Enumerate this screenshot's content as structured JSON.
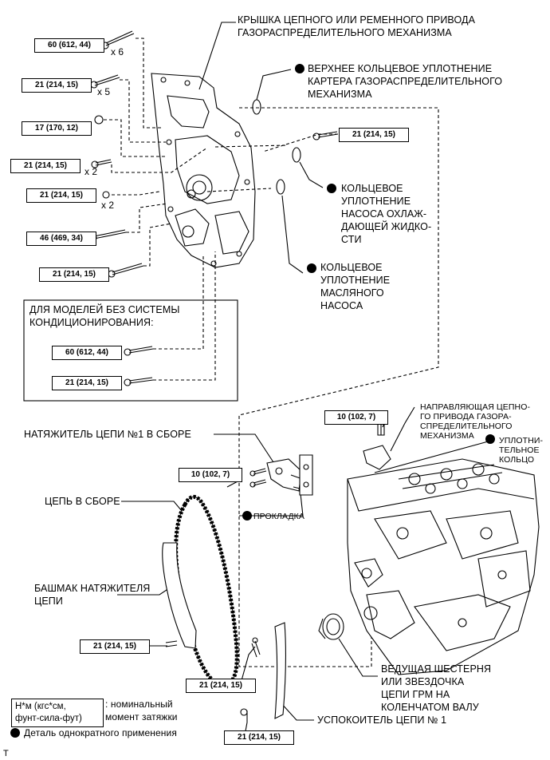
{
  "labels": {
    "cover": "КРЫШКА ЦЕПНОГО ИЛИ РЕМЕННОГО ПРИВОДА\nГАЗОРАСПРЕДЕЛИТЕЛЬНОГО МЕХАНИЗМА",
    "upper_oring": "ВЕРХНЕЕ КОЛЬЦЕВОЕ УПЛОТНЕНИЕ\nКАРТЕРА ГАЗОРАСПРЕДЕЛИТЕЛЬНОГО\nМЕХАНИЗМА",
    "pump_oring": "КОЛЬЦЕВОЕ\nУПЛОТНЕНИЕ\nНАСОСА ОХЛАЖ-\nДАЮЩЕЙ ЖИДКО-\nСТИ",
    "oil_pump_oring": "КОЛЬЦЕВОЕ\nУПЛОТНЕНИЕ\nМАСЛЯНОГО\nНАСОСА",
    "no_ac": "ДЛЯ МОДЕЛЕЙ БЕЗ СИСТЕМЫ\nКОНДИЦИОНИРОВАНИЯ:",
    "tensioner": "НАТЯЖИТЕЛЬ ЦЕПИ №1 В СБОРЕ",
    "chain_guide": "НАПРАВЛЯЮЩАЯ ЦЕПНО-\nГО ПРИВОДА ГАЗОРА-\nСПРЕДЕЛИТЕЛЬНОГО\nМЕХАНИЗМА",
    "seal_ring": "УПЛОТНИ-\nТЕЛЬНОЕ\nКОЛЬЦО",
    "chain": "ЦЕПЬ В СБОРЕ",
    "gasket": "ПРОКЛАДКА",
    "slipper": "БАШМАК НАТЯЖИТЕЛЯ\nЦЕПИ",
    "sprocket": "ВЕДУЩАЯ ШЕСТЕРНЯ\nИЛИ ЗВЕЗДОЧКА\nЦЕПИ ГРМ НА\nКОЛЕНЧАТОМ ВАЛУ",
    "damper": "УСПОКОИТЕЛЬ ЦЕПИ № 1"
  },
  "torques": {
    "t1": "60 (612, 44)",
    "t2": "21 (214, 15)",
    "t3": "17 (170, 12)",
    "t4": "21 (214, 15)",
    "t5": "21 (214, 15)",
    "t6": "46 (469, 34)",
    "t7": "21 (214, 15)",
    "t8": "60 (612, 44)",
    "t9": "21 (214, 15)",
    "t10": "21 (214, 15)",
    "t11": "10 (102, 7)",
    "t12": "10 (102, 7)",
    "t13": "21 (214, 15)",
    "t14": "21 (214, 15)",
    "t15": "21 (214, 15)"
  },
  "multipliers": {
    "m1": "x 6",
    "m2": "x 5",
    "m3": "x 2",
    "m4": "x 2"
  },
  "legend": {
    "units": "Н*м (кгс*см,\nфунт-сила-фут)",
    "units_desc": ": номинальный\nмомент затяжки",
    "nonreusable": "Деталь однократного применения"
  },
  "footer": "T",
  "colors": {
    "ink": "#000000",
    "background": "#ffffff"
  }
}
